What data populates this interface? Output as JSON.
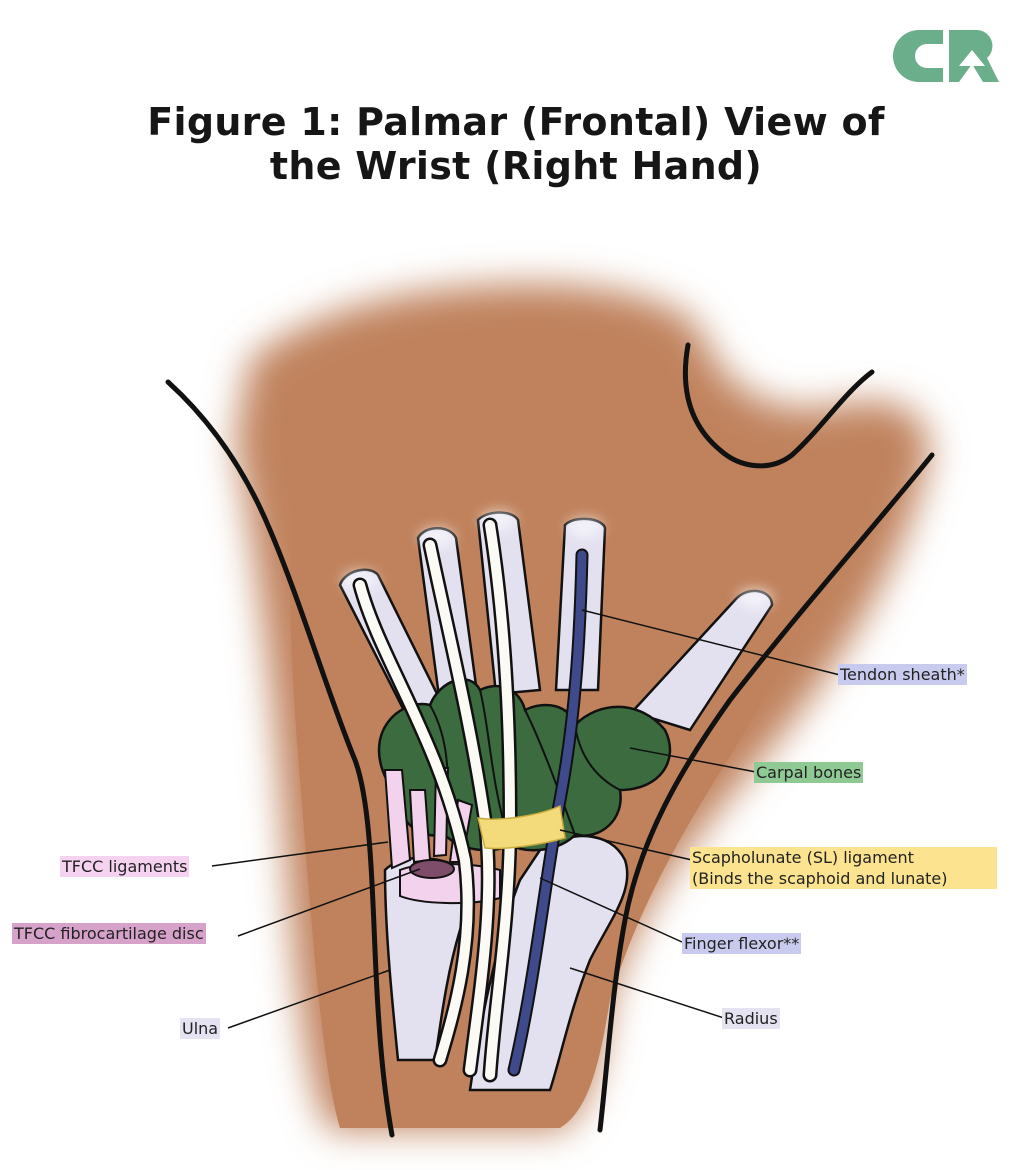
{
  "figure": {
    "title_line1": "Figure 1: Palmar (Frontal) View of",
    "title_line2": "the Wrist (Right Hand)"
  },
  "logo": {
    "icon": "cr-logo-icon",
    "color": "#6aae8b"
  },
  "labels": {
    "tendon_sheath": "Tendon sheath*",
    "carpal_bones": "Carpal bones",
    "sl_ligament_line1": "Scapholunate (SL) ligament",
    "sl_ligament_line2": "(Binds the scaphoid and lunate)",
    "finger_flexor": "Finger flexor**",
    "radius": "Radius",
    "tfcc_ligaments": "TFCC ligaments",
    "tfcc_disc": "TFCC fibrocartilage disc",
    "ulna": "Ulna"
  },
  "colors": {
    "skin": "#c0825d",
    "bone": "#e3e0f0",
    "carpal": "#3b6b3e",
    "tendon": "#fbfaf5",
    "tendon_sheath": "#3e4a8a",
    "sl_ligament": "#f3da7a",
    "tfcc": "#f2d2ec",
    "tfcc_disc": "#7d4d6a",
    "label_tendon_sheath": "#c9cbee",
    "label_carpal": "#8fca95",
    "label_sl": "#fbe38f",
    "label_finger_flexor": "#c9cbee",
    "label_radius": "#e5e2f1",
    "label_tfcc_lig": "#f6d2f1",
    "label_tfcc_disc": "#d7a2ca",
    "label_ulna": "#e5e2f1"
  }
}
